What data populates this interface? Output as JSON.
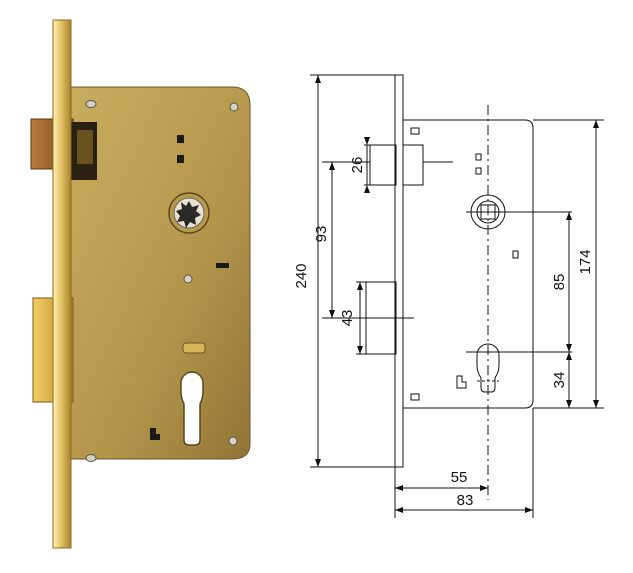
{
  "colors": {
    "brass_light": "#e8c86a",
    "brass_mid": "#c9a24a",
    "brass_dark": "#8a6a22",
    "case_body": "#b89a4c",
    "line": "#111111"
  },
  "dimensions": {
    "faceplate_height": "240",
    "case_height": "174",
    "latch_to_key": "93",
    "latch_width": "26",
    "deadbolt_width": "43",
    "follower_to_cylinder": "85",
    "cylinder_to_bottom": "34",
    "backset": "55",
    "case_depth": "83"
  }
}
